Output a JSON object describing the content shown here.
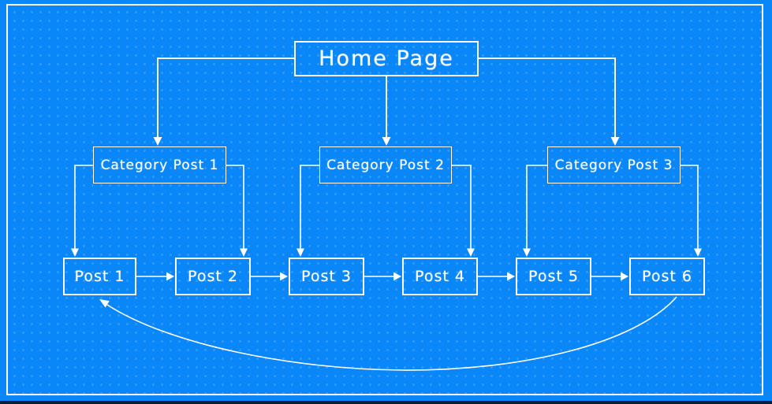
{
  "canvas": {
    "background_color": "#0987f8",
    "grid_dot_color": "#3a9bf9",
    "line_color": "#ffffff",
    "style": "blueprint-dotted-grid"
  },
  "nodes": {
    "home": {
      "label": "Home Page"
    },
    "categories": [
      {
        "label": "Category Post 1"
      },
      {
        "label": "Category Post 2"
      },
      {
        "label": "Category Post 3"
      }
    ],
    "posts": [
      {
        "label": "Post 1"
      },
      {
        "label": "Post 2"
      },
      {
        "label": "Post 3"
      },
      {
        "label": "Post 4"
      },
      {
        "label": "Post 5"
      },
      {
        "label": "Post 6"
      }
    ]
  },
  "edges": [
    {
      "from": "Home Page",
      "to": "Category Post 1"
    },
    {
      "from": "Home Page",
      "to": "Category Post 2"
    },
    {
      "from": "Home Page",
      "to": "Category Post 3"
    },
    {
      "from": "Category Post 1",
      "to": "Post 1"
    },
    {
      "from": "Category Post 1",
      "to": "Post 2"
    },
    {
      "from": "Category Post 2",
      "to": "Post 3"
    },
    {
      "from": "Category Post 2",
      "to": "Post 4"
    },
    {
      "from": "Category Post 3",
      "to": "Post 5"
    },
    {
      "from": "Category Post 3",
      "to": "Post 6"
    },
    {
      "from": "Post 1",
      "to": "Post 2"
    },
    {
      "from": "Post 2",
      "to": "Post 3"
    },
    {
      "from": "Post 3",
      "to": "Post 4"
    },
    {
      "from": "Post 4",
      "to": "Post 5"
    },
    {
      "from": "Post 5",
      "to": "Post 6"
    },
    {
      "from": "Post 6",
      "to": "Post 1",
      "style": "curved-loop"
    }
  ]
}
